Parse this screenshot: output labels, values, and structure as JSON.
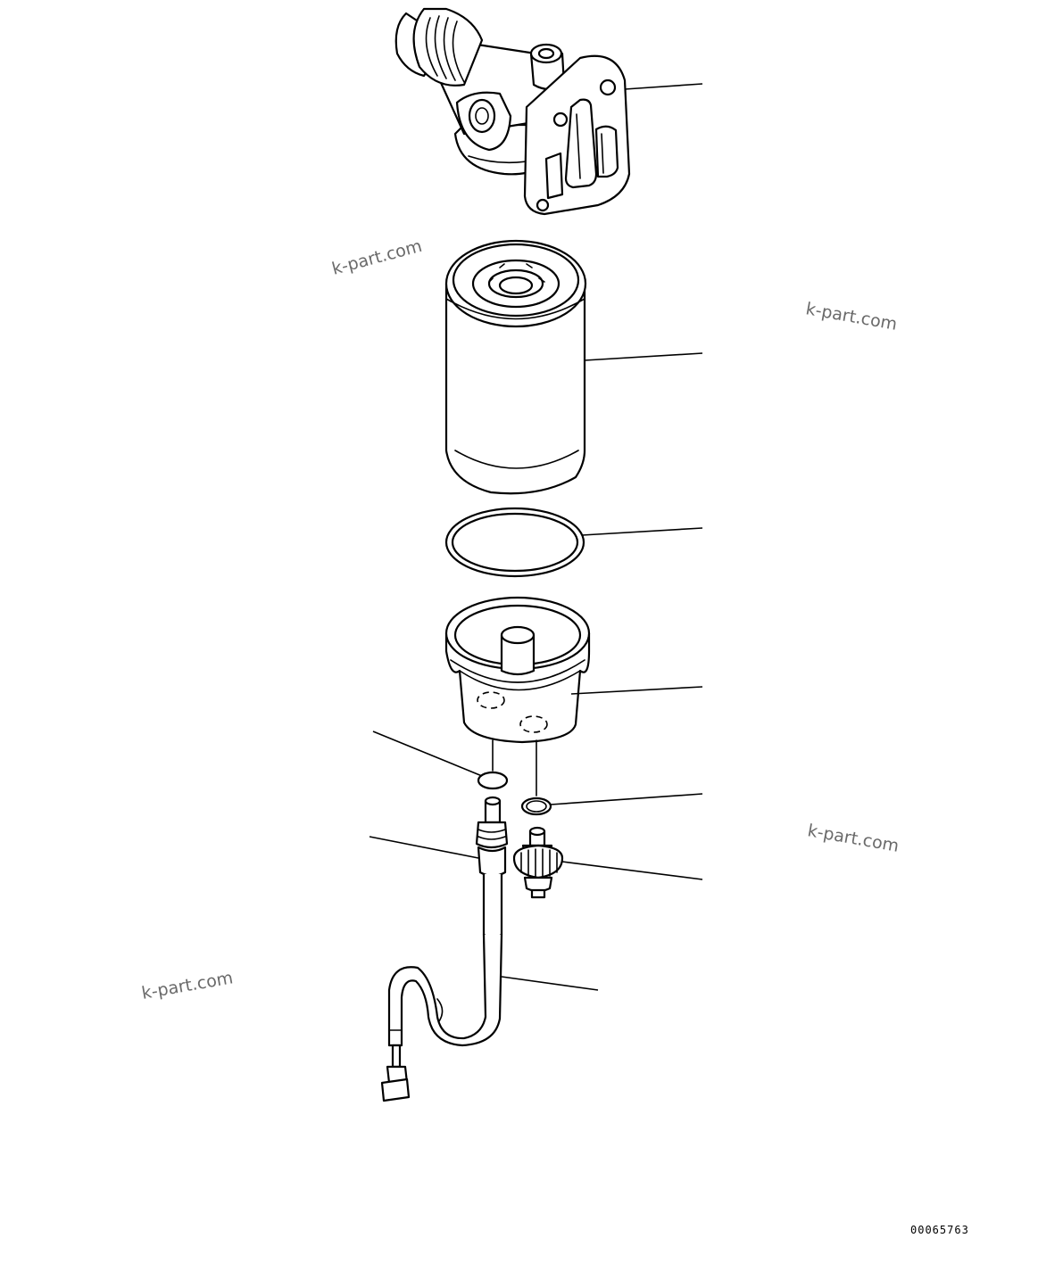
{
  "watermark": {
    "text": "k-part.com",
    "color": "#6a6a6a"
  },
  "drawing_code": "00065763",
  "parts": [
    {
      "name": "filter-head-bracket"
    },
    {
      "name": "fuel-filter-cartridge"
    },
    {
      "name": "o-ring-large"
    },
    {
      "name": "water-separator-bowl"
    },
    {
      "name": "small-o-ring-left"
    },
    {
      "name": "small-o-ring-right"
    },
    {
      "name": "water-level-sensor"
    },
    {
      "name": "drain-plug"
    },
    {
      "name": "sensor-harness"
    }
  ],
  "colors": {
    "line": "#000000",
    "background": "#ffffff"
  }
}
